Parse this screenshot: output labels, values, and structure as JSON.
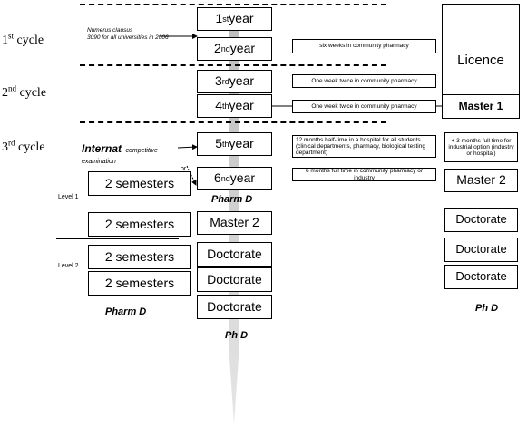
{
  "cycles": [
    {
      "num": "1",
      "suffix": "st",
      "word": " cycle"
    },
    {
      "num": "2",
      "suffix": "nd",
      "word": " cycle"
    },
    {
      "num": "3",
      "suffix": "rd",
      "word": " cycle"
    }
  ],
  "numerus": {
    "line1": "Numerus clausus",
    "line2": "3090 for all universities in 2006"
  },
  "internat": {
    "title": "Internat",
    "suffix": "competitive",
    "line2": "examination"
  },
  "levels": {
    "level1": "Level 1",
    "level2": "Level 2",
    "or": "or"
  },
  "left_column": {
    "boxes": [
      "2 semesters",
      "2 semesters",
      "2 semesters",
      "2 semesters"
    ],
    "caption": "Pharm D"
  },
  "center_column": {
    "years": [
      {
        "num": "1",
        "suffix": "st",
        "word": " year"
      },
      {
        "num": "2",
        "suffix": "nd",
        "word": " year"
      },
      {
        "num": "3",
        "suffix": "rd",
        "word": " year"
      },
      {
        "num": "4",
        "suffix": "th",
        "word": " year"
      },
      {
        "num": "5",
        "suffix": "th",
        "word": " year"
      },
      {
        "num": "6",
        "suffix": "nd",
        "word": " year"
      }
    ],
    "pharm_d_caption": "Pharm D",
    "master2": "Master 2",
    "doctorates": [
      "Doctorate",
      "Doctorate",
      "Doctorate"
    ],
    "phd_caption": "Ph D"
  },
  "notes": [
    "six  weeks in community pharmacy",
    "One week twice  in community pharmacy",
    "One week twice  in community pharmacy",
    "12 months half-time in a hospital for all students (clinical departments, pharmacy, biological testing department)",
    "6 months full time in community pharmacy or industry"
  ],
  "right_column": {
    "licence": "Licence",
    "master1": "Master 1",
    "industrial_note": "+ 3 months full time for industrial option (industry or hospital)",
    "master2": "Master 2",
    "doctorates": [
      "Doctorate",
      "Doctorate",
      "Doctorate"
    ],
    "phd_caption": "Ph D"
  }
}
